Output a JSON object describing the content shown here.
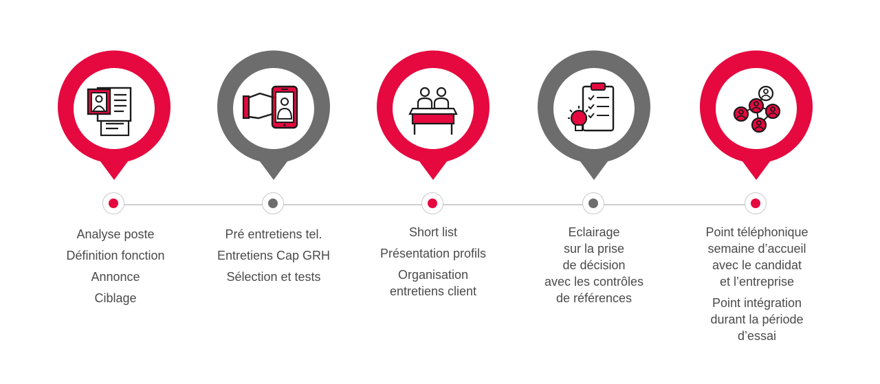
{
  "colors": {
    "red": "#e5093f",
    "gray": "#6d6d6d",
    "text": "#4a4a4a",
    "line": "#cfcfcf"
  },
  "steps": [
    {
      "icon": "job-profile-document-icon",
      "color": "#e5093f",
      "lines": [
        "Analyse poste",
        "Définition fonction",
        "Annonce",
        "Ciblage"
      ]
    },
    {
      "icon": "video-interview-tablet-icon",
      "color": "#6d6d6d",
      "lines": [
        "Pré entretiens tel.",
        "Entretiens Cap GRH",
        "Sélection et tests"
      ]
    },
    {
      "icon": "interview-desk-icon",
      "color": "#e5093f",
      "lines": [
        "Short list",
        "Présentation profils",
        "Organisation",
        "entretiens client"
      ]
    },
    {
      "icon": "decision-clipboard-lightbulb-icon",
      "color": "#6d6d6d",
      "lines": [
        "Eclairage",
        "sur la prise",
        "de décision",
        "avec les contrôles",
        "de références"
      ]
    },
    {
      "icon": "people-network-icon",
      "color": "#e5093f",
      "lines": [
        "Point téléphonique",
        "semaine d’accueil",
        "avec le candidat",
        "et l’entreprise",
        "Point intégration",
        "durant la période",
        "d’essai"
      ]
    }
  ]
}
